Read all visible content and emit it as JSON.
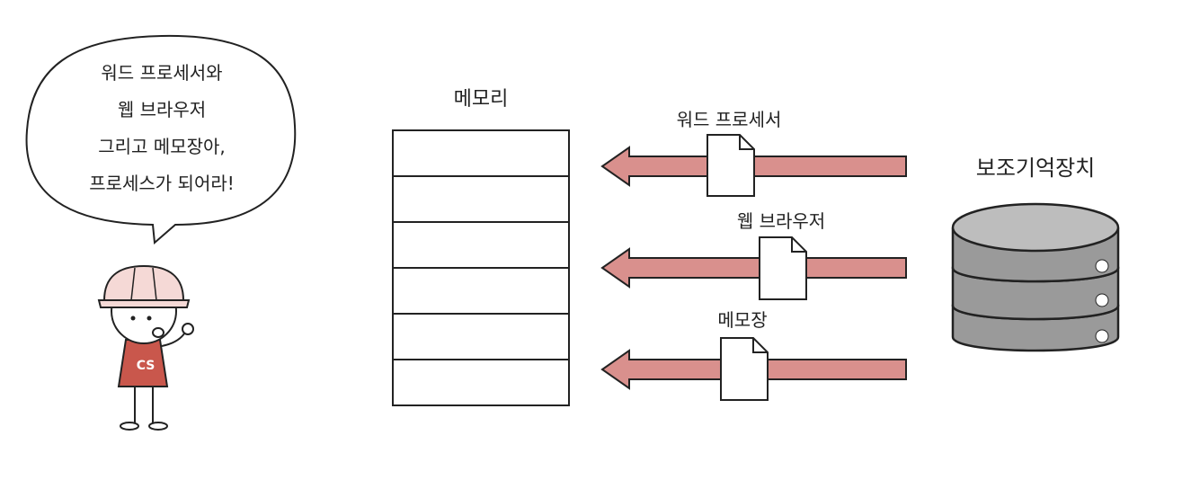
{
  "speech": {
    "lines": [
      "워드 프로세서와",
      "웹 브라우저",
      "그리고 메모장아,",
      "프로세스가 되어라!"
    ]
  },
  "character": {
    "shirt_text": "CS"
  },
  "memory": {
    "label": "메모리",
    "slot_count": 6
  },
  "storage": {
    "label": "보조기억장치"
  },
  "transfers": [
    {
      "label": "워드 프로세서"
    },
    {
      "label": "웹 브라우저"
    },
    {
      "label": "메모장"
    }
  ],
  "colors": {
    "arrow_fill": "#d9908d",
    "shirt": "#c9574c",
    "helmet": "#f5d9d6",
    "disk": "#9a9a9a",
    "disk_top": "#bdbdbd",
    "outline": "#222222"
  }
}
